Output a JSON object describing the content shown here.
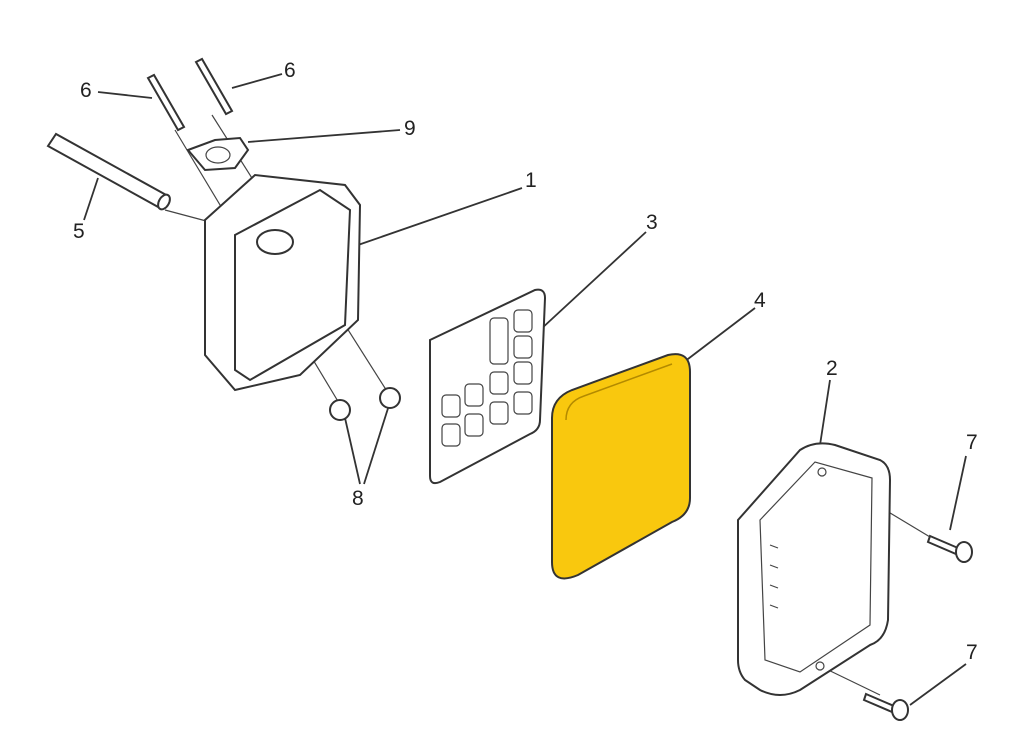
{
  "diagram": {
    "highlight_color": "#F9C80E",
    "callouts": [
      {
        "id": "6a",
        "label": "6"
      },
      {
        "id": "6b",
        "label": "6"
      },
      {
        "id": "9",
        "label": "9"
      },
      {
        "id": "1",
        "label": "1"
      },
      {
        "id": "5",
        "label": "5"
      },
      {
        "id": "3",
        "label": "3"
      },
      {
        "id": "4",
        "label": "4"
      },
      {
        "id": "2",
        "label": "2"
      },
      {
        "id": "7a",
        "label": "7"
      },
      {
        "id": "8",
        "label": "8"
      },
      {
        "id": "7b",
        "label": "7"
      }
    ]
  }
}
